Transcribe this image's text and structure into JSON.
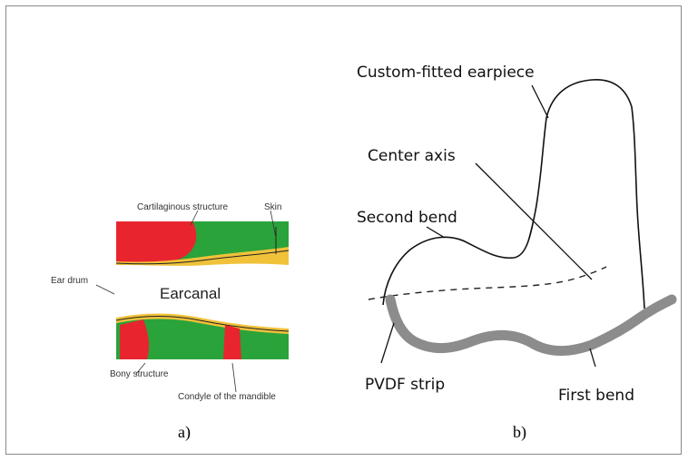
{
  "panel_a": {
    "labels": {
      "cartilaginous": "Cartilaginous structure",
      "skin": "Skin",
      "ear_drum": "Ear drum",
      "ear_canal": "Earcanal",
      "bony": "Bony structure",
      "condyle": "Condyle of the mandible"
    },
    "caption": "a)",
    "colors": {
      "bone": "#e8252e",
      "cartilage": "#2aa33a",
      "skin": "#f0c23a"
    }
  },
  "panel_b": {
    "labels": {
      "earpiece": "Custom-fitted earpiece",
      "center_axis": "Center axis",
      "second_bend": "Second bend",
      "pvdf_strip": "PVDF strip",
      "first_bend": "First bend"
    },
    "caption": "b)",
    "colors": {
      "strip": "#8c8c8c",
      "outline": "#111111"
    }
  }
}
